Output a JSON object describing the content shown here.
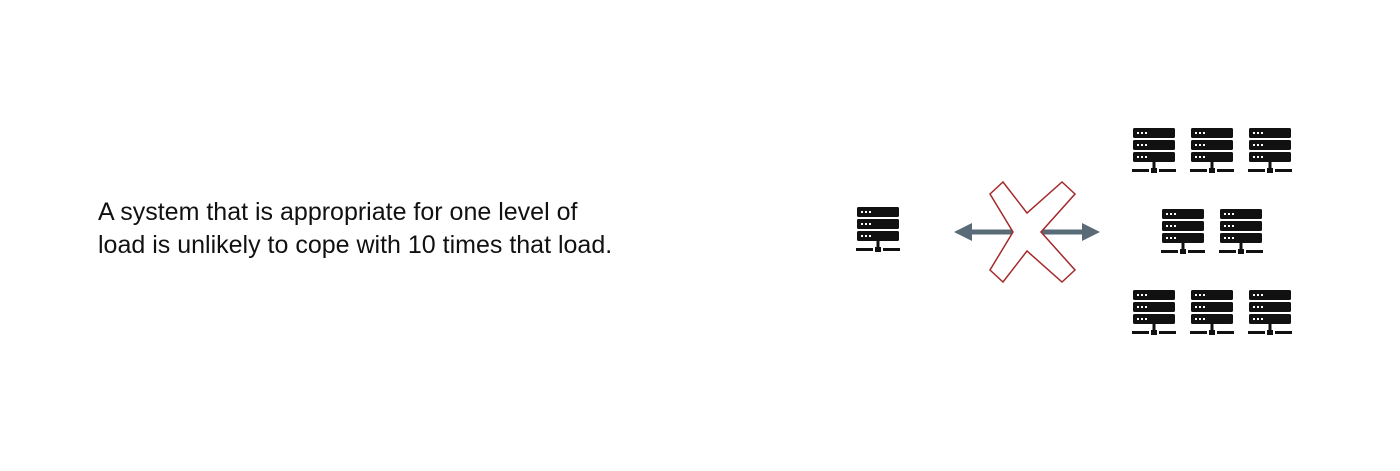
{
  "caption": {
    "line1": "A system that is appropriate for one level of",
    "line2": "load is unlikely to cope with 10 times that load."
  },
  "diagram": {
    "left_server_count": 1,
    "right_server_count": 8,
    "colors": {
      "server": "#111111",
      "arrow": "#5a6b78",
      "cross_stroke": "#a32a2a",
      "cross_fill": "#ffffff"
    },
    "icons": [
      "server-icon",
      "double-arrow-icon",
      "cross-icon"
    ]
  }
}
